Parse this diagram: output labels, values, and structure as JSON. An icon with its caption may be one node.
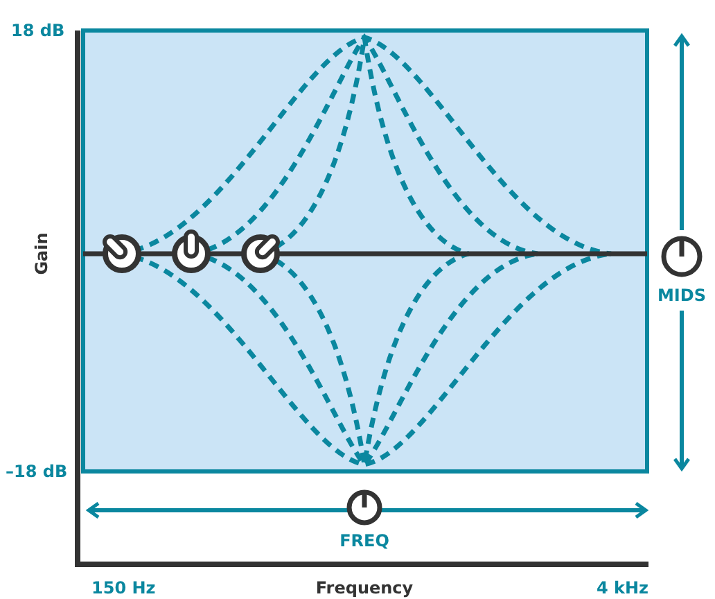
{
  "diagram": {
    "labels": [
      "18 dB",
      "Gain",
      "MIDS",
      "–18 dB",
      "FREQ",
      "150 Hz",
      "Frequency",
      "4 kHz"
    ]
  }
}
